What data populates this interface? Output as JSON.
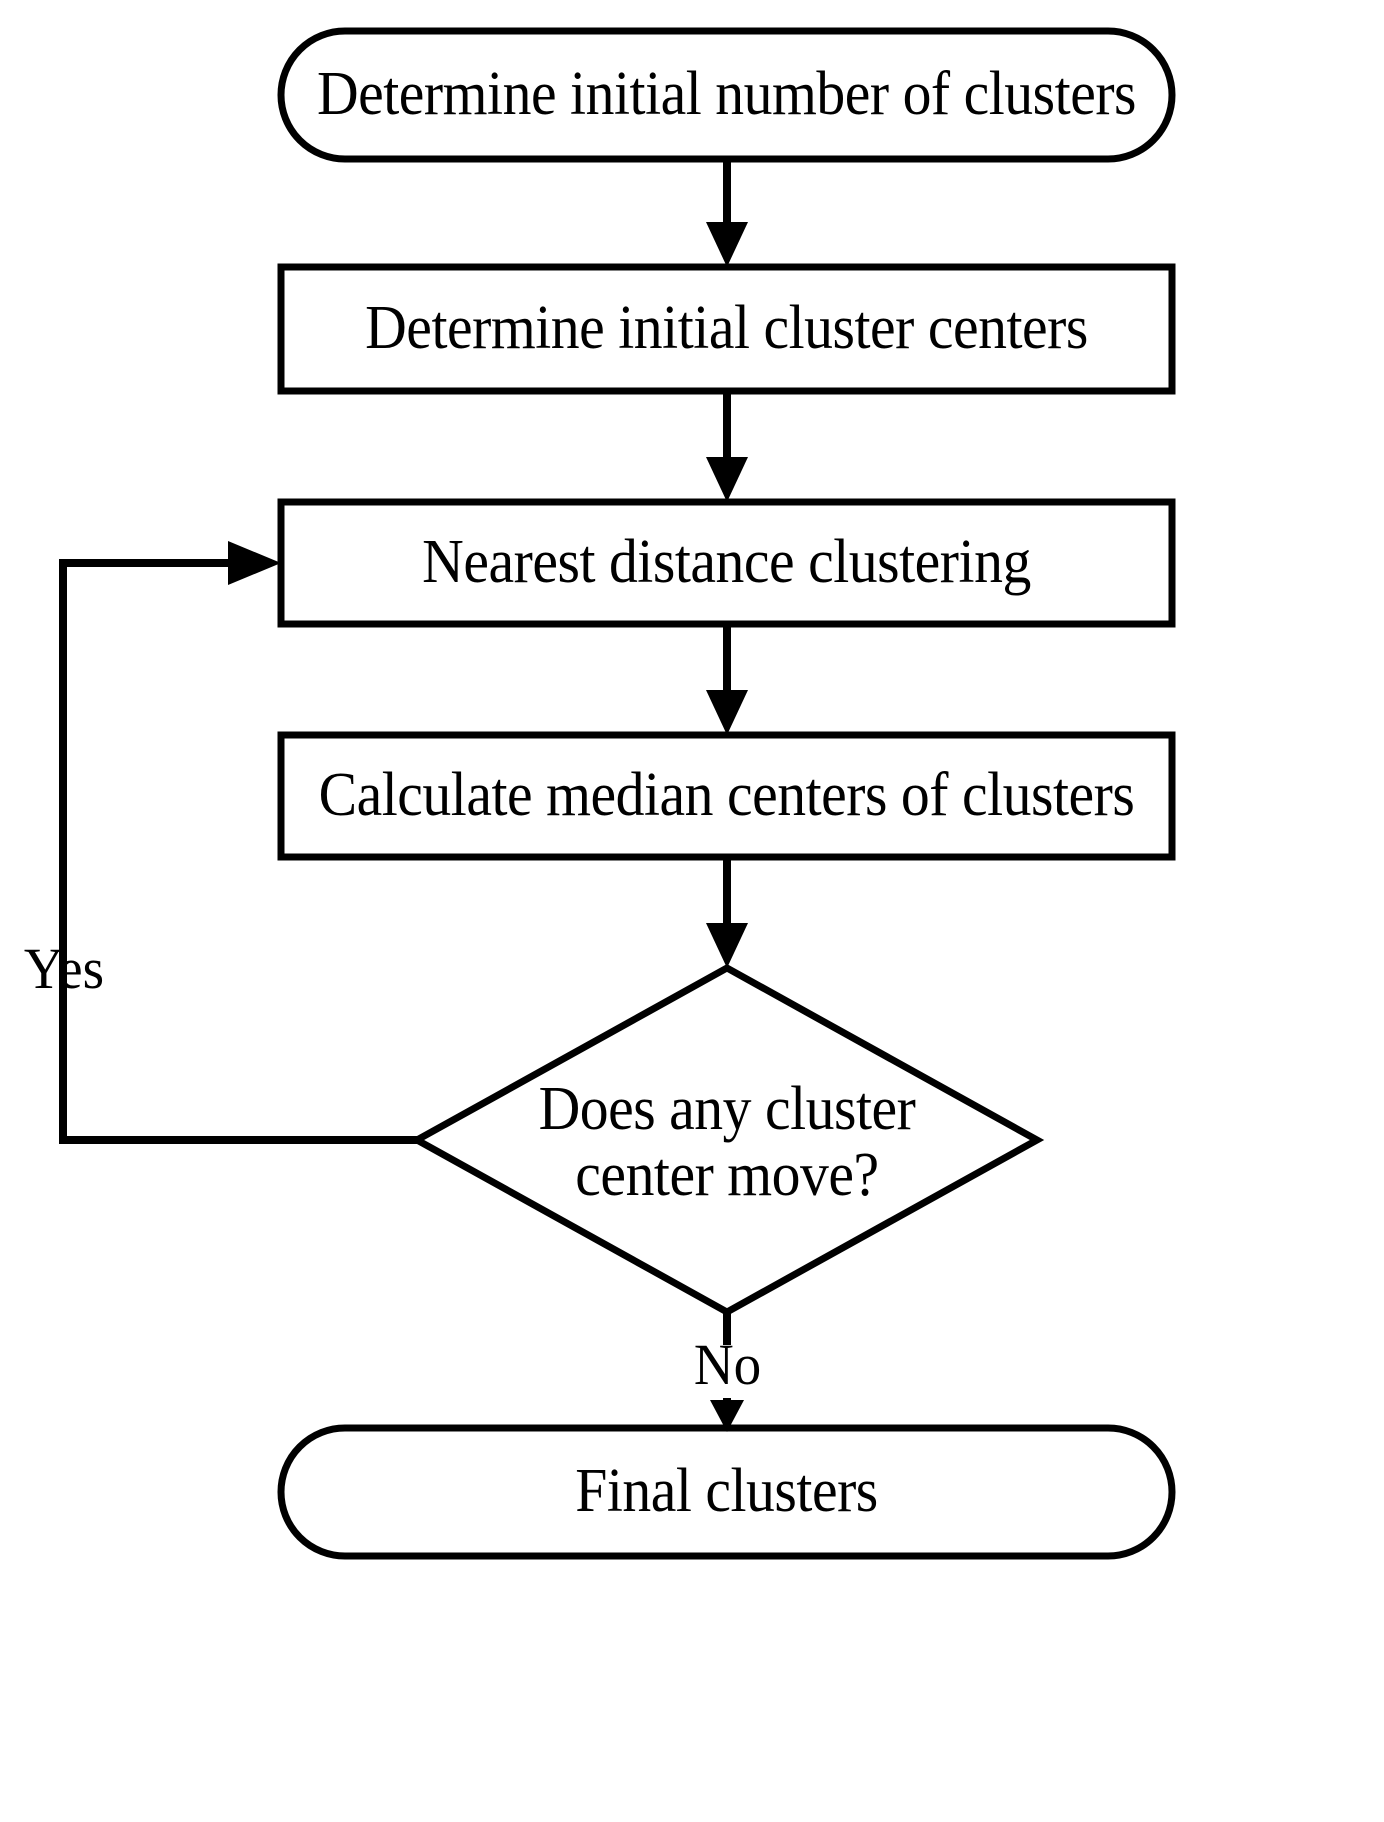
{
  "diagram": {
    "title": "Clustering algorithm flowchart",
    "background_color": "#ffffff",
    "stroke_color": "#000000",
    "nodes": [
      {
        "id": "start",
        "shape": "terminal",
        "label": "Determine initial number of clusters"
      },
      {
        "id": "init-centers",
        "shape": "process",
        "label": "Determine initial cluster centers"
      },
      {
        "id": "nearest-distance",
        "shape": "process",
        "label": "Nearest distance clustering"
      },
      {
        "id": "median-centers",
        "shape": "process",
        "label": "Calculate median centers of clusters"
      },
      {
        "id": "decision",
        "shape": "decision",
        "label_line1": "Does any cluster",
        "label_line2": "center move?"
      },
      {
        "id": "end",
        "shape": "terminal",
        "label": "Final clusters"
      }
    ],
    "edges": [
      {
        "id": "e1",
        "from": "start",
        "to": "init-centers",
        "label": ""
      },
      {
        "id": "e2",
        "from": "init-centers",
        "to": "nearest-distance",
        "label": ""
      },
      {
        "id": "e3",
        "from": "nearest-distance",
        "to": "median-centers",
        "label": ""
      },
      {
        "id": "e4",
        "from": "median-centers",
        "to": "decision",
        "label": ""
      },
      {
        "id": "e5",
        "from": "decision",
        "to": "nearest-distance",
        "label": "Yes"
      },
      {
        "id": "e6",
        "from": "decision",
        "to": "end",
        "label": "No"
      }
    ],
    "labels": {
      "yes": "Yes",
      "no": "No"
    }
  }
}
